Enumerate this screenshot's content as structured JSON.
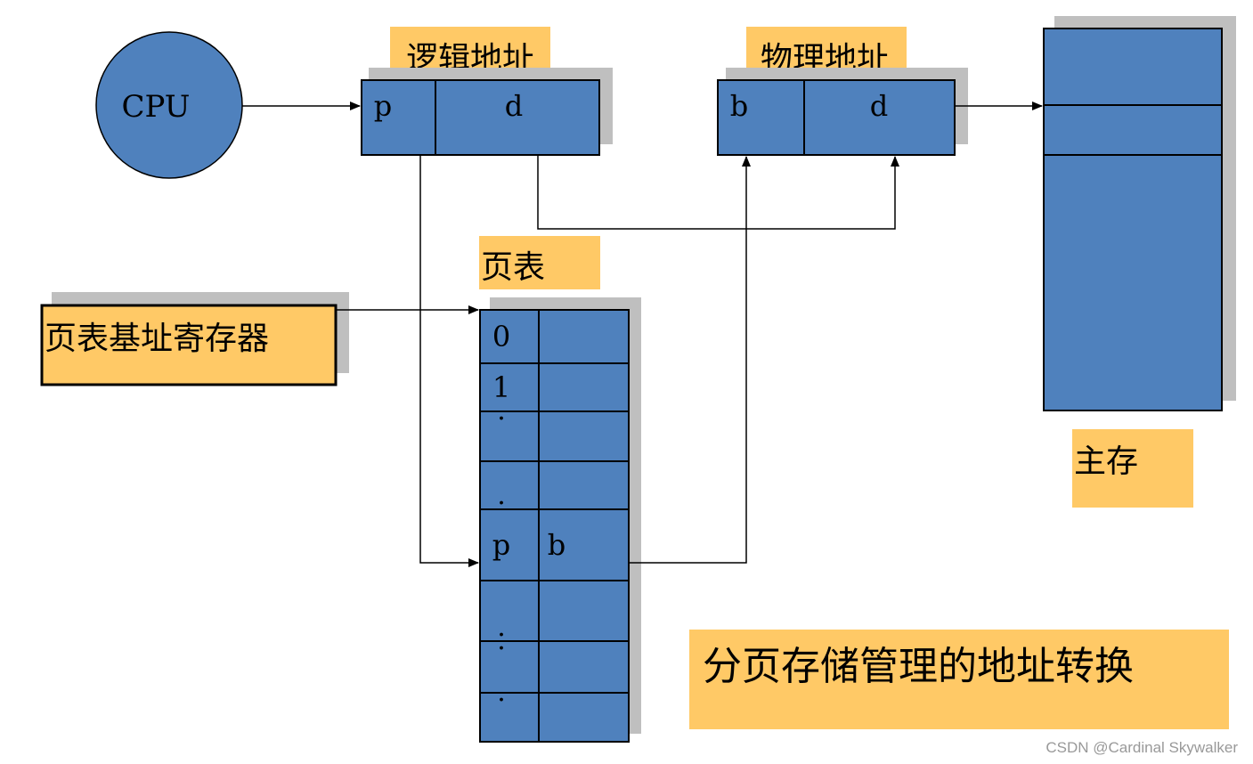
{
  "cpu": {
    "label": "CPU"
  },
  "logical_address": {
    "title": "逻辑地址",
    "fields": [
      "p",
      "d"
    ]
  },
  "physical_address": {
    "title": "物理地址",
    "fields": [
      "b",
      "d"
    ]
  },
  "page_table": {
    "title": "页表",
    "rows": [
      {
        "page": "0",
        "frame": ""
      },
      {
        "page": "1",
        "frame": ""
      },
      {
        "page": "·",
        "frame": ""
      },
      {
        "page": ".",
        "frame": ""
      },
      {
        "page": "p",
        "frame": "b"
      },
      {
        "page": ".",
        "frame": ""
      },
      {
        "page": "·",
        "frame": ""
      },
      {
        "page": "·",
        "frame": ""
      }
    ]
  },
  "page_table_base_register": {
    "label": "页表基址寄存器"
  },
  "main_memory": {
    "label": "主存"
  },
  "caption": "分页存储管理的地址转换",
  "watermark": "CSDN @Cardinal Skywalker",
  "colors": {
    "box_fill": "#4f81bd",
    "label_fill": "#ffc966",
    "shadow": "#bfbfbf",
    "line": "#000000"
  }
}
